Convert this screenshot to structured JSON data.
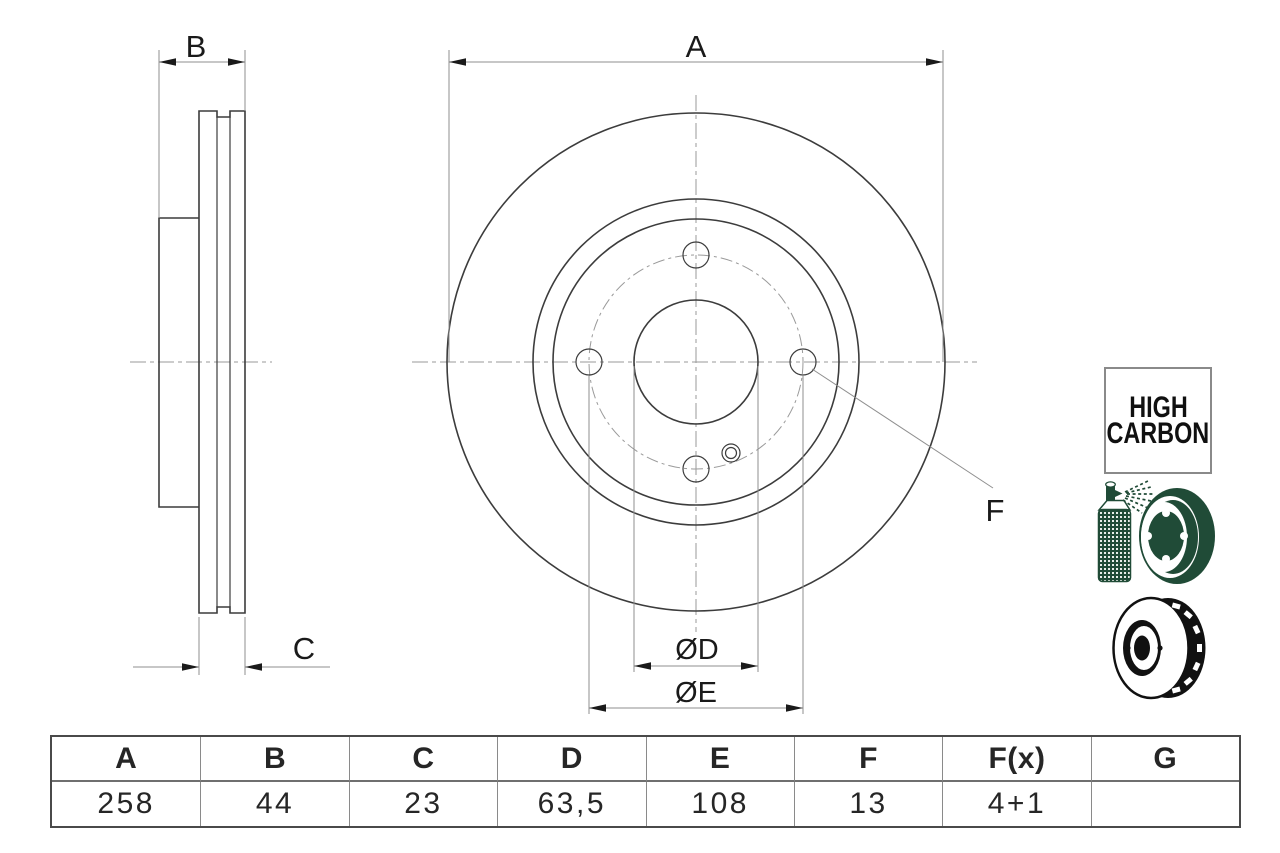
{
  "drawing": {
    "dim_labels": {
      "a": "A",
      "b": "B",
      "c": "C",
      "d": "ØD",
      "e": "ØE",
      "f": "F"
    },
    "views": {
      "side": "brake-disc-cross-section",
      "front": "brake-disc-front-view"
    }
  },
  "badge": {
    "line1": "HIGH",
    "line2": "CARBON"
  },
  "icons": {
    "coating_spray": "coating-spray-with-disc",
    "vented_disc": "vented-brake-disc"
  },
  "colors": {
    "icon_green": "#204b37",
    "icon_black": "#111111",
    "outline_gray": "#3c3c3c",
    "dim_gray": "#8f8f8f"
  },
  "table": {
    "headers": [
      "A",
      "B",
      "C",
      "D",
      "E",
      "F",
      "F(x)",
      "G"
    ],
    "values": [
      "258",
      "44",
      "23",
      "63,5",
      "108",
      "13",
      "4+1",
      ""
    ]
  }
}
